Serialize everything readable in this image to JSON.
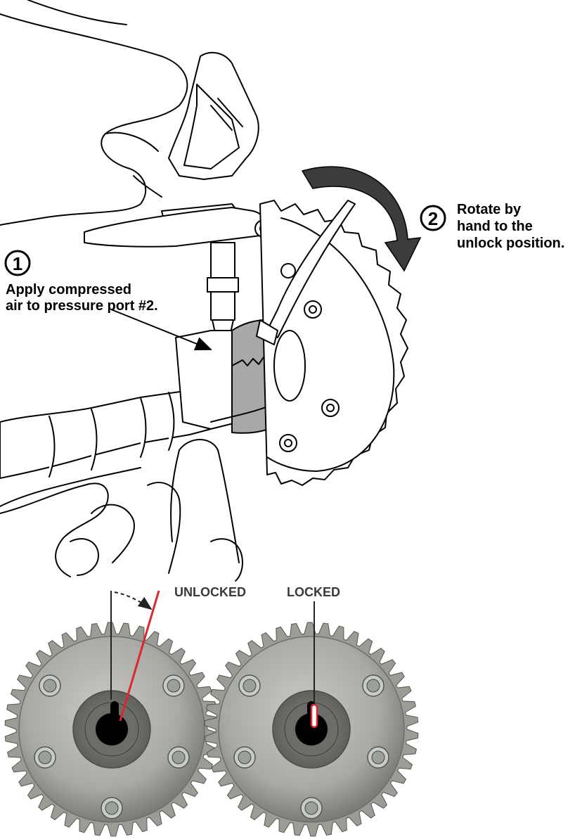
{
  "diagram": {
    "step1": {
      "number": "1",
      "lines": [
        "Apply compressed",
        "air to pressure port #2."
      ]
    },
    "step2": {
      "number": "2",
      "lines": [
        "Rotate by",
        "hand to the",
        "unlock position."
      ]
    },
    "photos": {
      "unlocked_label": "UNLOCKED",
      "locked_label": "LOCKED"
    }
  },
  "colors": {
    "ink": "#000000",
    "arrow": "#3c3c3c",
    "indicator_red": "#d8292f",
    "metal_light": "#b9b9b5",
    "metal_dark": "#6e6e6a",
    "collar_gray": "#a8a8a8"
  },
  "icons": [
    "rotation-arrow-icon",
    "pointer-arrow-icon",
    "dashed-arc-arrow-icon"
  ]
}
